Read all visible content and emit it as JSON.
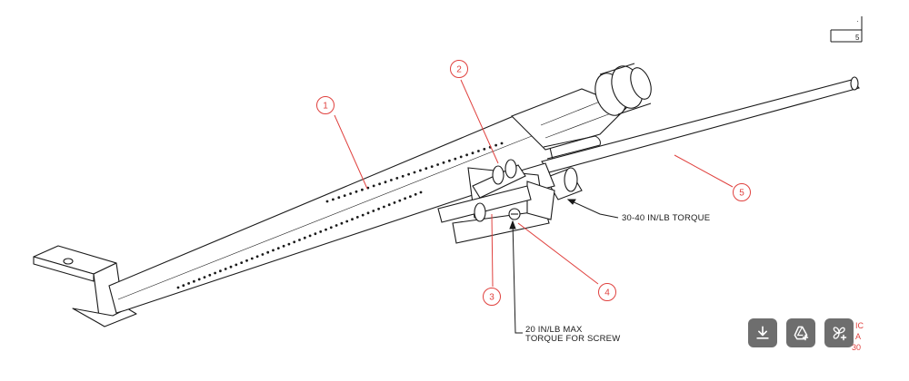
{
  "callouts": [
    {
      "id": "1",
      "label": "1"
    },
    {
      "id": "2",
      "label": "2"
    },
    {
      "id": "3",
      "label": "3"
    },
    {
      "id": "4",
      "label": "4"
    },
    {
      "id": "5",
      "label": "5"
    }
  ],
  "notes": {
    "torque_valve": "30-40 IN/LB TORQUE",
    "torque_screw_line1": "20 IN/LB MAX",
    "torque_screw_line2": "TORQUE FOR SCREW"
  },
  "title_block": {
    "cell_value": "5"
  },
  "edge_text": [
    "IC",
    "A",
    "30"
  ],
  "toolbar": {
    "buttons": [
      {
        "name": "download-button",
        "icon": "download-icon"
      },
      {
        "name": "add-to-drive-button",
        "icon": "drive-add-icon"
      },
      {
        "name": "pinwheel-add-button",
        "icon": "pinwheel-plus-icon"
      }
    ]
  },
  "colors": {
    "callout": "#e0413e",
    "line": "#1a1a1a",
    "toolbar_button": "#6e6e6e"
  }
}
